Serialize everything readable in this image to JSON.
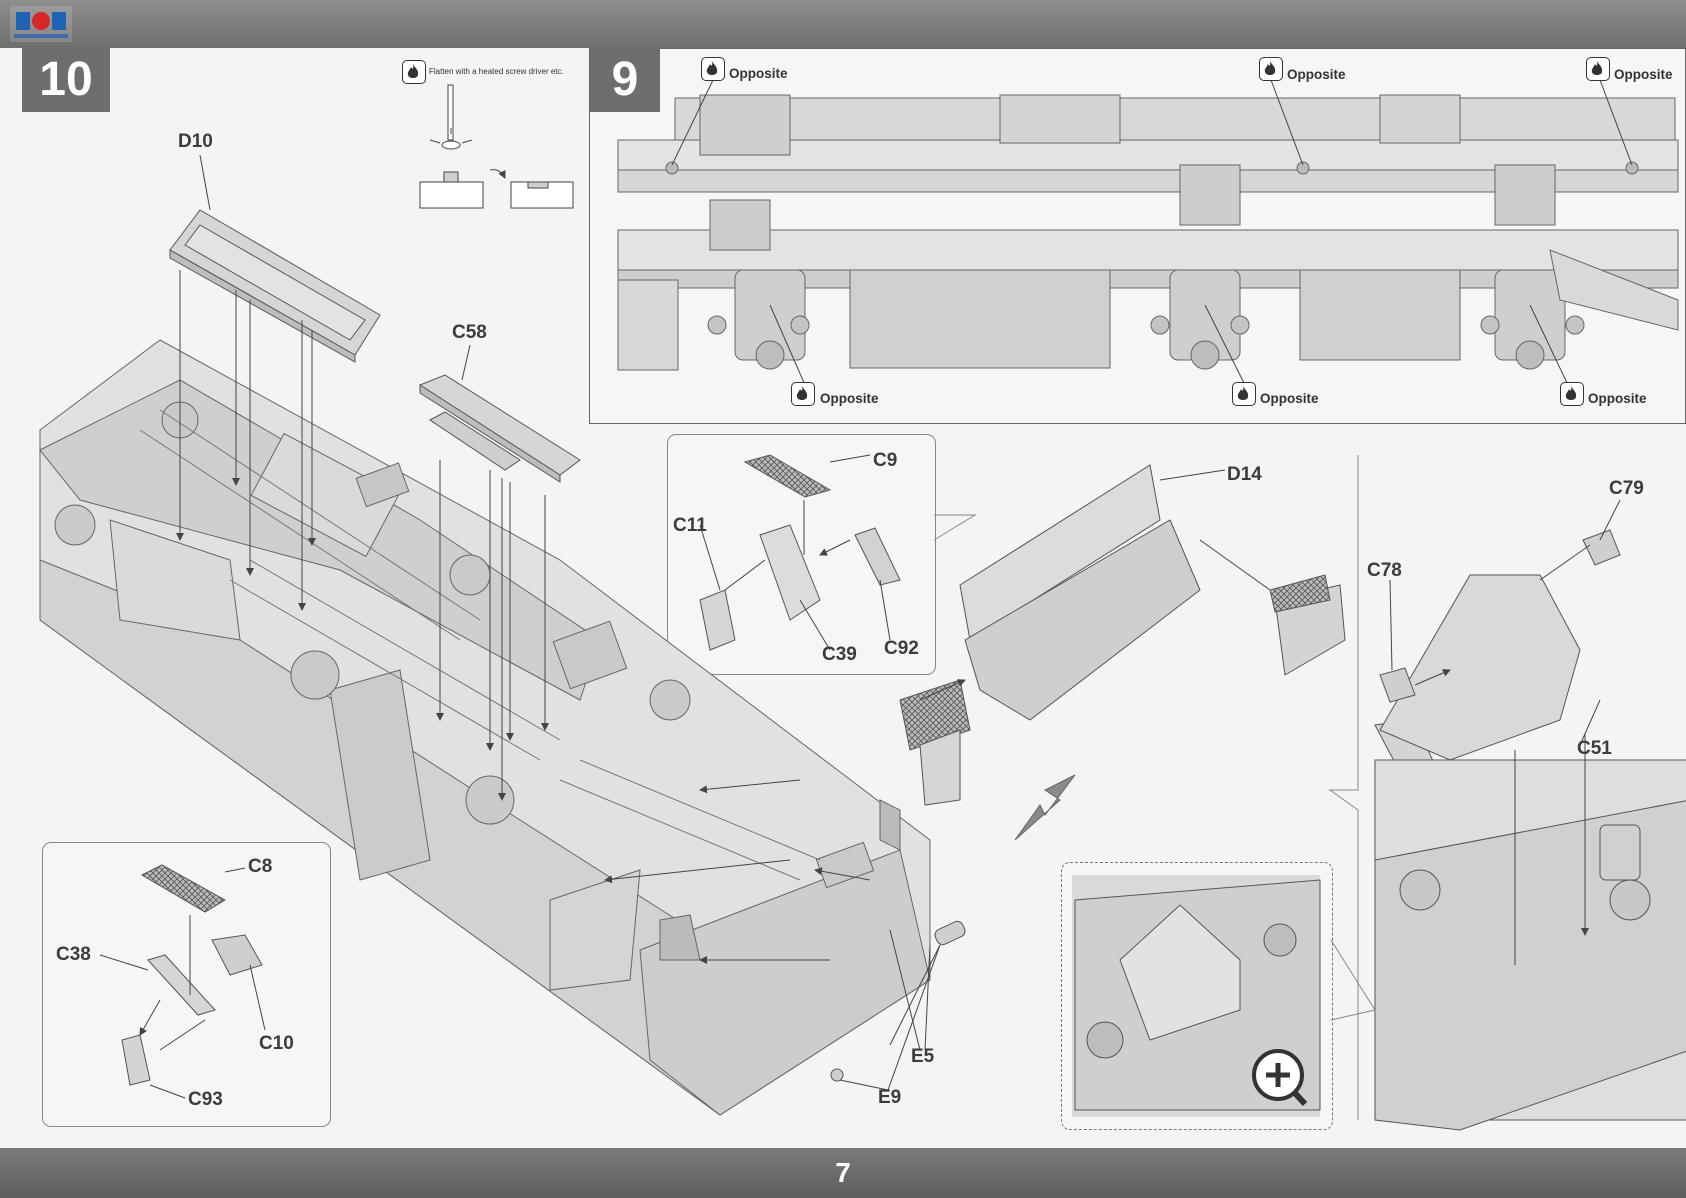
{
  "page": {
    "number": "7"
  },
  "steps": {
    "step10": {
      "number": "10"
    },
    "step9": {
      "number": "9"
    }
  },
  "flatten_note": "Flatten with a heated screw driver etc.",
  "opposite_label": "Opposite",
  "parts": {
    "D10": "D10",
    "C58": "C58",
    "C9": "C9",
    "C11": "C11",
    "C39": "C39",
    "C92": "C92",
    "D14": "D14",
    "C79": "C79",
    "C78": "C78",
    "C51": "C51",
    "C8": "C8",
    "C38": "C38",
    "C10": "C10",
    "C93": "C93",
    "E5": "E5",
    "E9": "E9"
  },
  "icons": {
    "heat_tool": "flame-icon",
    "magnifier": "zoom-in-icon",
    "direction": "arrow-icon",
    "logo": "site-logo"
  },
  "colors": {
    "band": "#777777",
    "step_badge": "#6e6e6e",
    "line_art": "#555555",
    "part_fill": "#d9d9d9",
    "logo_blue": "#1e63b6",
    "logo_red": "#d62828"
  }
}
